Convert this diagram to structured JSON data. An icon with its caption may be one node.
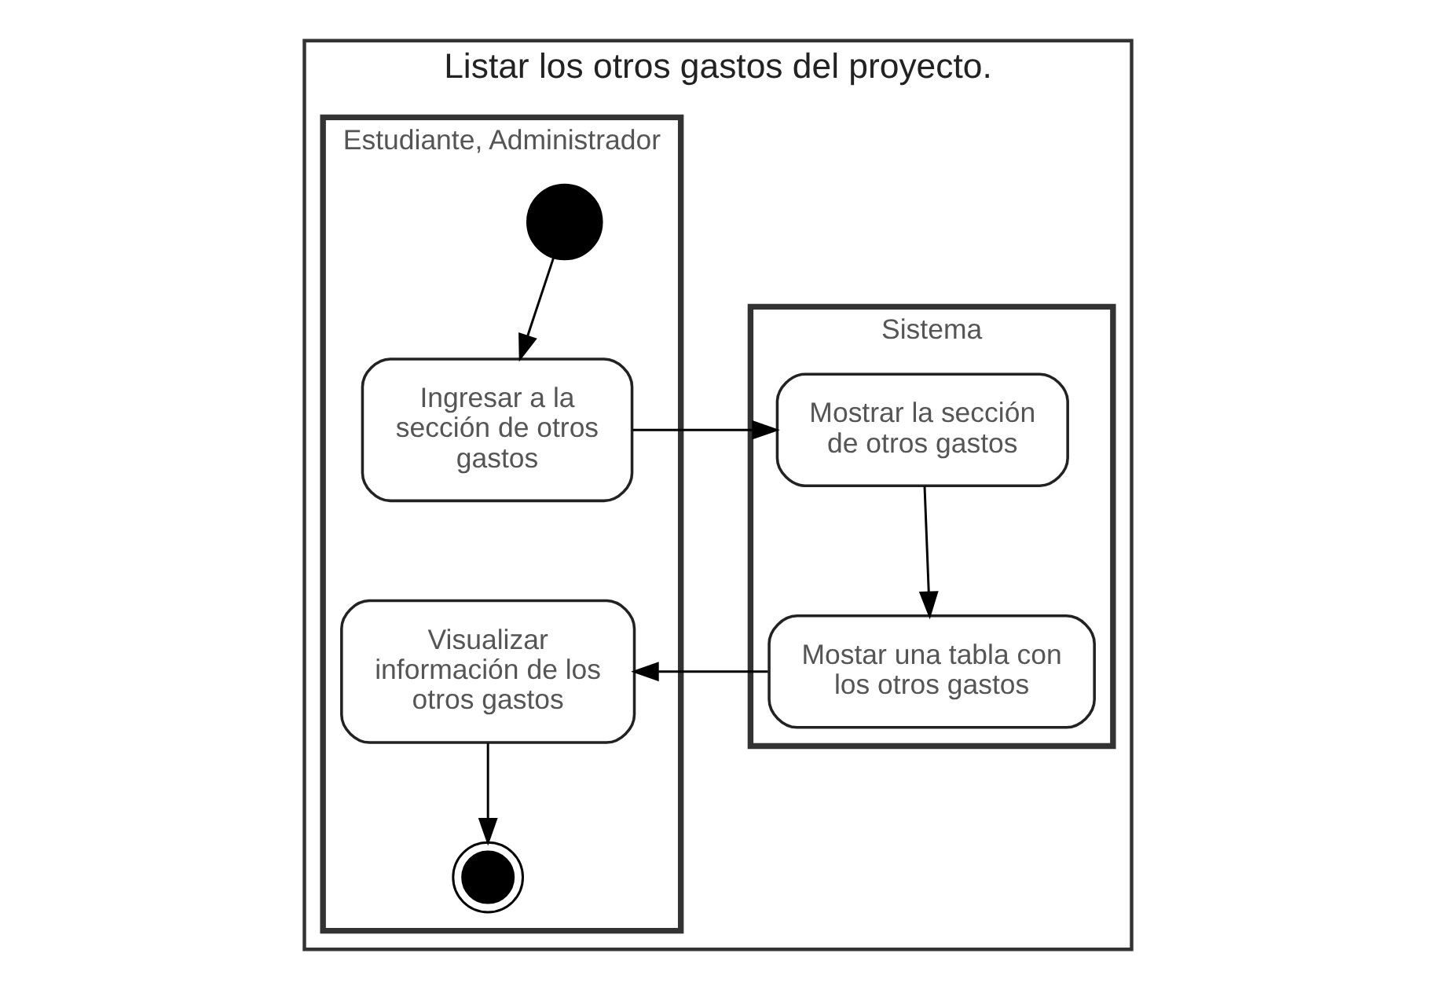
{
  "diagram": {
    "nodes": [
      {
        "text": [
          "Listar los otros gastos del proyecto."
        ]
      },
      {
        "text": [
          "Estudiante, Administrador"
        ],
        "in": 0
      },
      {
        "text": [
          "Sistema"
        ],
        "in": 0
      },
      {
        "text": [],
        "shape": "circle",
        "in": 1
      },
      {
        "text": [
          "Ingresar a la sección de otros gastos"
        ],
        "in": 1
      },
      {
        "text": [
          "Visualizar información de los otros gastos"
        ],
        "in": 1
      },
      {
        "text": [],
        "shape": "circle",
        "in": 1
      },
      {
        "text": [
          "Mostrar la sección de otros gastos"
        ],
        "in": 2
      },
      {
        "text": [
          "Mostar una tabla con los otros gastos"
        ],
        "in": 2
      }
    ],
    "edges": [
      {
        "from": 3,
        "to": 4,
        "arrow": "to"
      },
      {
        "from": 4,
        "to": 7,
        "arrow": "to"
      },
      {
        "from": 7,
        "to": 8,
        "arrow": "to"
      },
      {
        "from": 8,
        "to": 5,
        "arrow": "to"
      },
      {
        "from": 5,
        "to": 6,
        "arrow": "to"
      }
    ]
  }
}
